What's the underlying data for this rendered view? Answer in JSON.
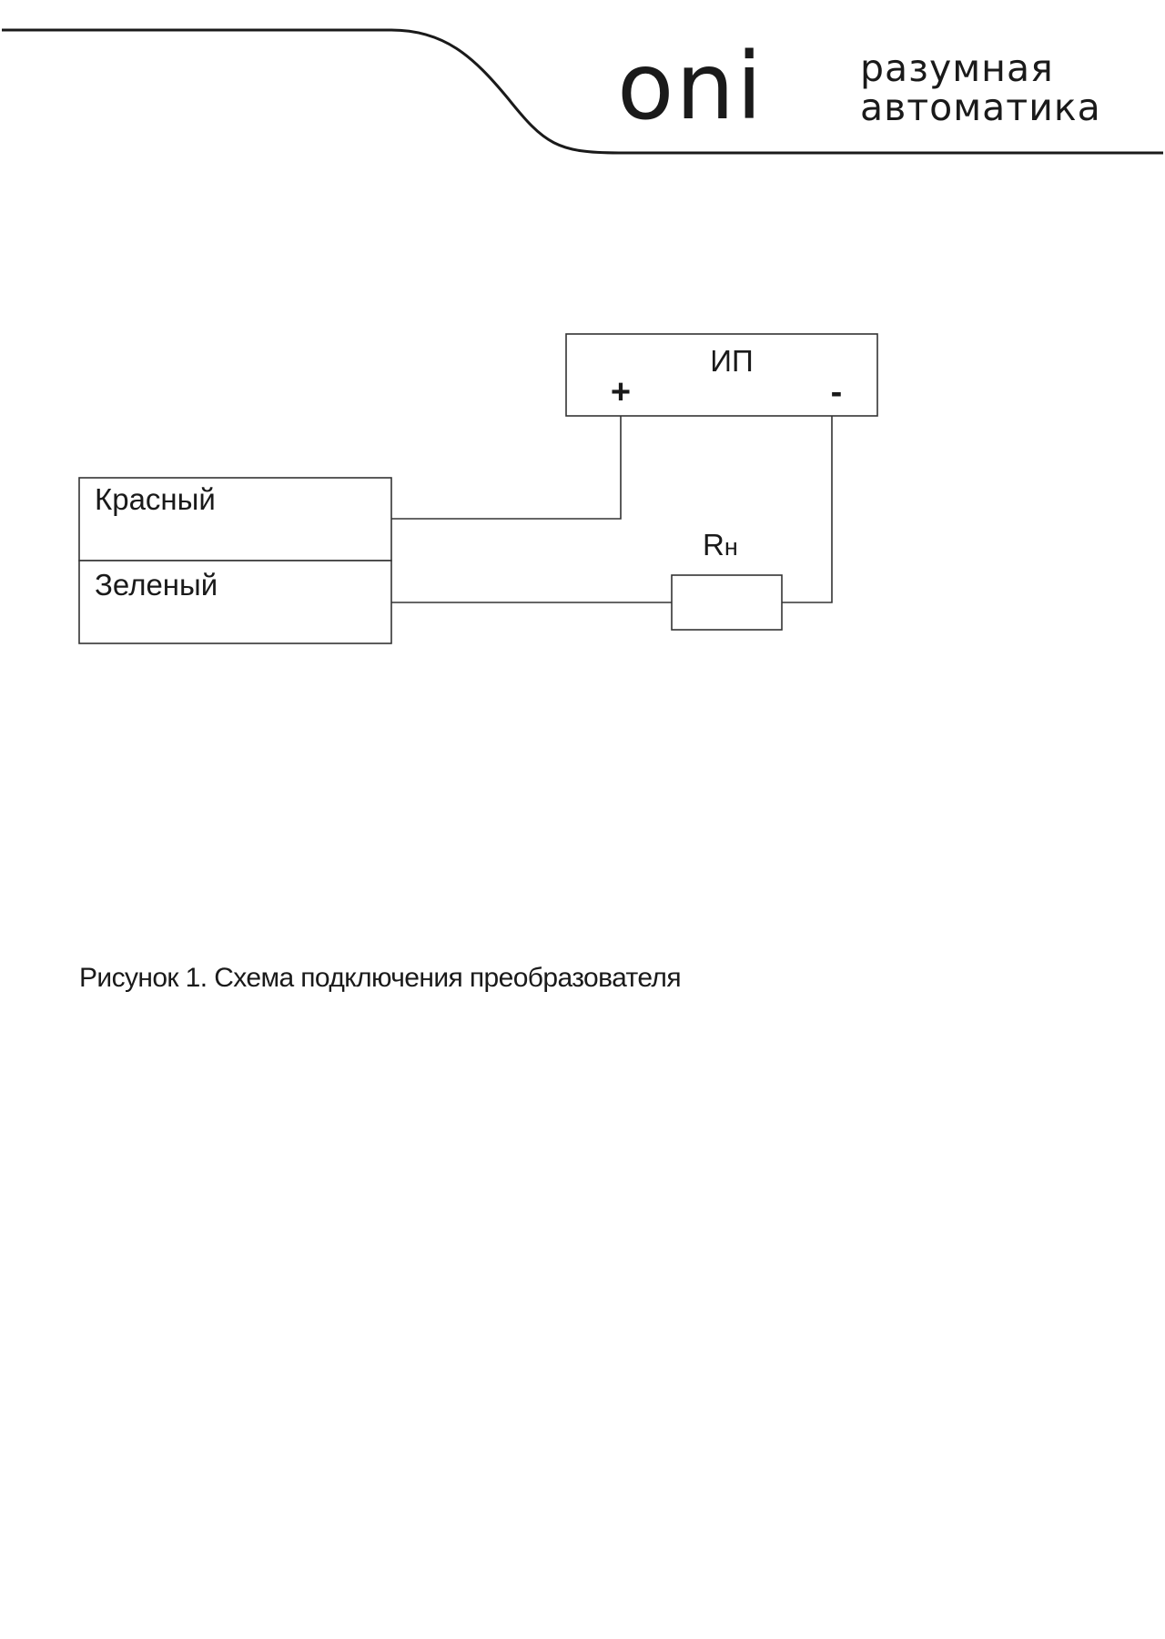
{
  "header": {
    "logo_text": "oni",
    "tagline_line1": "разумная",
    "tagline_line2": "автоматика"
  },
  "diagram": {
    "power_supply": {
      "label": "ИП",
      "plus_terminal": "+",
      "minus_terminal": "-"
    },
    "sensor": {
      "red_wire_label": "Красный",
      "green_wire_label": "Зеленый"
    },
    "load_resistor": {
      "label_main": "R",
      "label_sub": "н"
    }
  },
  "caption": "Рисунок 1. Схема подключения преобразователя"
}
